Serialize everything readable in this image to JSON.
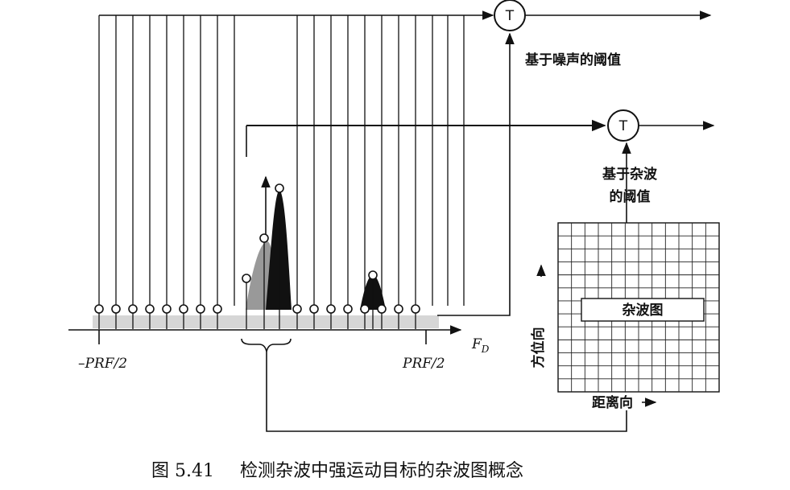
{
  "labels": {
    "noise_threshold": "基于噪声的阈值",
    "clutter_threshold_line1": "基于杂波",
    "clutter_threshold_line2": "的阈值",
    "clutter_map": "杂波图",
    "azimuth": "方位向",
    "range": "距离向",
    "neg_prf": "–PRF/2",
    "pos_prf": "PRF/2",
    "fd_main": "F",
    "fd_sub": "D",
    "threshold_symbol": "T"
  },
  "caption": {
    "number": "图 5.41",
    "text": "检测杂波中强运动目标的杂波图概念"
  }
}
